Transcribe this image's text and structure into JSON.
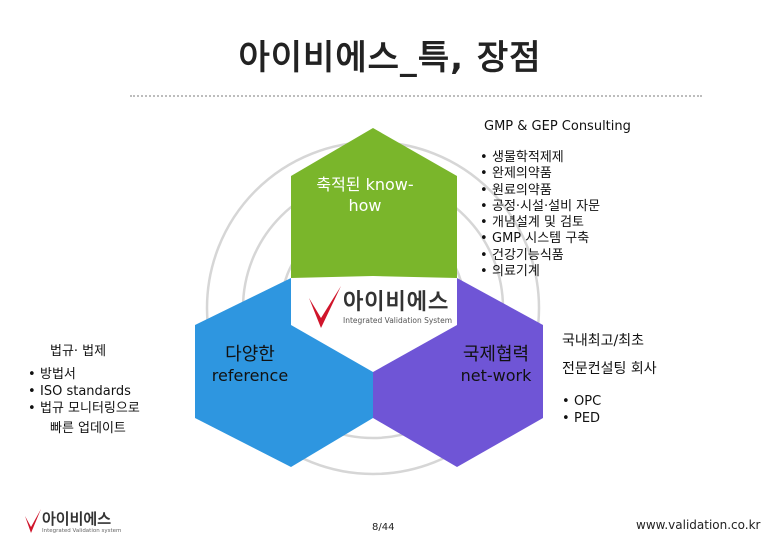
{
  "title": "아이비에스_특, 장점",
  "gmp": {
    "heading": "GMP & GEP Consulting",
    "items": [
      "생물학적제제",
      "완제의약품",
      "원료의약품",
      "공정·시설·설비 자문",
      "개념설계 및 검토",
      "GMP 시스템 구축",
      "건강기능식품",
      "의료기계"
    ]
  },
  "knowhow": {
    "line1": "축적된 know-",
    "line2": "how"
  },
  "variety": {
    "line1": "다양한",
    "line2": "reference"
  },
  "network": {
    "line1": "국제협력",
    "line2": "net-work"
  },
  "regulation": {
    "heading": "법규· 법제",
    "items": [
      "방법서",
      "ISO standards",
      "법규 모니터링으로"
    ],
    "continuation": "빠른 업데이트"
  },
  "top": {
    "heading": "국내최고/최초",
    "subheading": "전문컨설팅 회사",
    "items": [
      "OPC",
      "PED"
    ]
  },
  "logo": {
    "wordmark": "아이비에스",
    "tagline": "Integrated Validation System"
  },
  "footer": {
    "logo_wordmark": "아이비에스",
    "logo_tagline": "Integrated Validation system",
    "page": "8/44",
    "url": "www.validation.co.kr"
  },
  "colors": {
    "green": "#7ab62b",
    "blue": "#2e96e0",
    "purple": "#6f55d6",
    "checkmark": "#d0152b",
    "ring": "#d6d6d6"
  }
}
